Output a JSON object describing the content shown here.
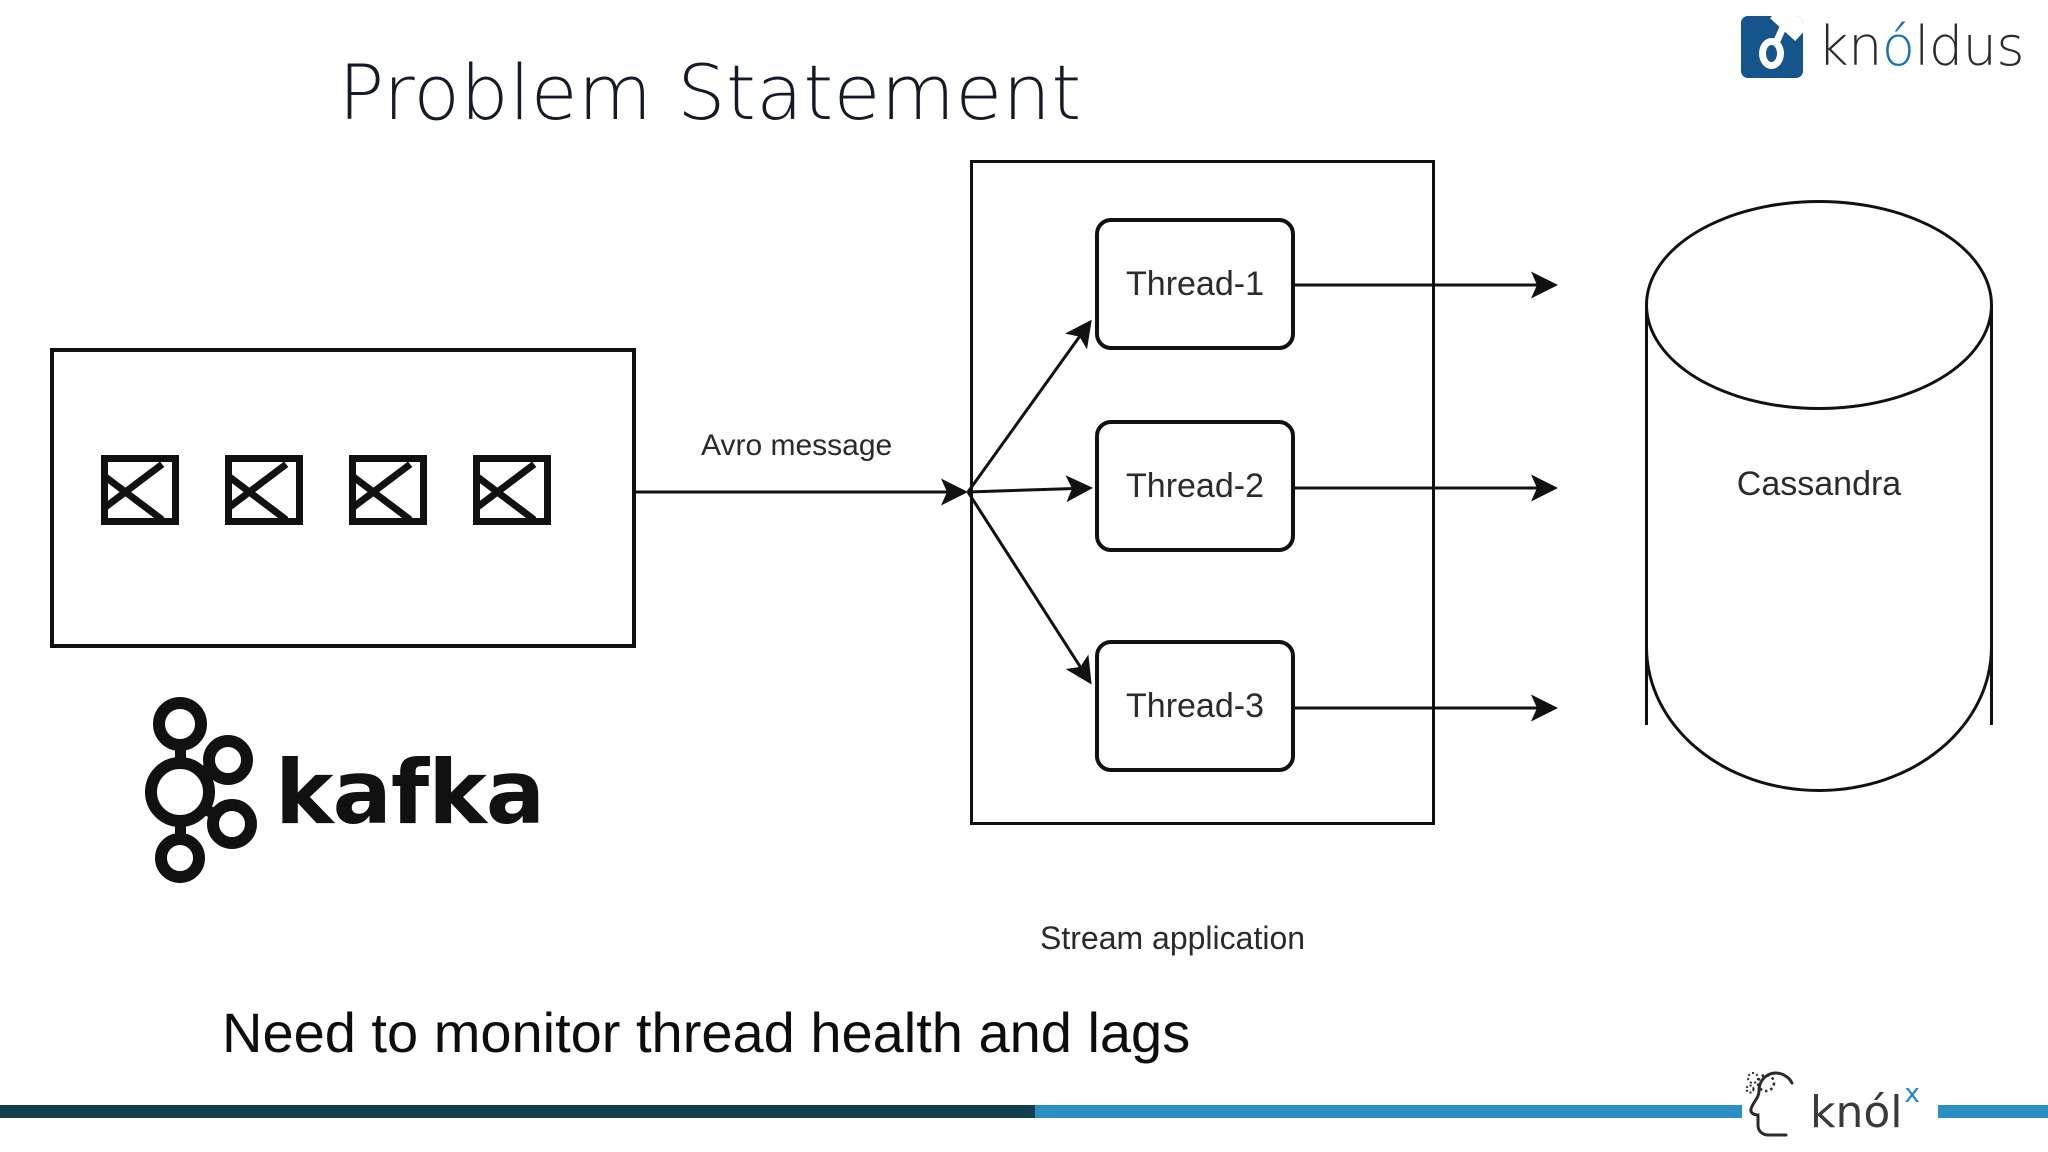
{
  "slide": {
    "title": "Problem Statement",
    "caption": "Need to monitor thread health and lags"
  },
  "brand": {
    "mark_name": "knoldus-logo-mark",
    "word_prefix": "kn",
    "word_accent": "ó",
    "word_suffix": "ldus",
    "accent_color": "#1572b8",
    "mark_color": "#15558c"
  },
  "diagram": {
    "source": {
      "label": "kafka",
      "message_icon_name": "envelope-icon",
      "message_count": 4,
      "messages": [
        "envelope-1",
        "envelope-2",
        "envelope-3",
        "envelope-4"
      ]
    },
    "edge_label": "Avro message",
    "stream_app": {
      "caption": "Stream application",
      "threads": [
        {
          "label": "Thread-1"
        },
        {
          "label": "Thread-2"
        },
        {
          "label": "Thread-3"
        }
      ]
    },
    "sink": {
      "label": "Cassandra",
      "shape": "cylinder"
    }
  },
  "footer": {
    "bar_dark_color": "#123e4f",
    "bar_light_color": "#2b8fc4",
    "logo_word": "knól",
    "logo_superscript": "x",
    "logo_accent_color": "#1b87c9"
  }
}
